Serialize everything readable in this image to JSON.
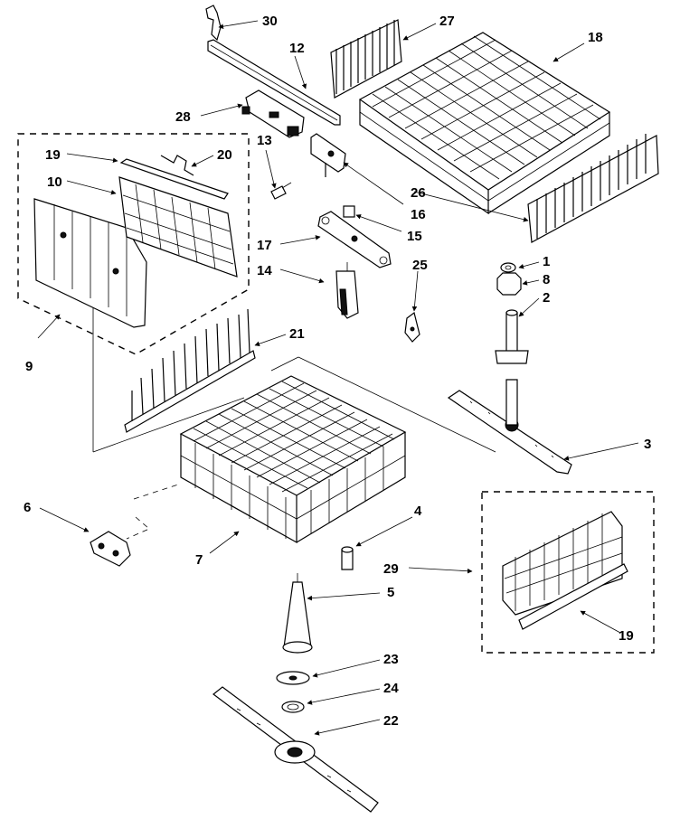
{
  "labels": {
    "l1": "1",
    "l2": "2",
    "l3": "3",
    "l4": "4",
    "l5": "5",
    "l6": "6",
    "l7": "7",
    "l8": "8",
    "l9": "9",
    "l10": "10",
    "l12": "12",
    "l13": "13",
    "l14": "14",
    "l15": "15",
    "l16": "16",
    "l17": "17",
    "l18": "18",
    "l19a": "19",
    "l19b": "19",
    "l20": "20",
    "l21": "21",
    "l22": "22",
    "l23": "23",
    "l24": "24",
    "l25": "25",
    "l26": "26",
    "l27": "27",
    "l28": "28",
    "l29": "29",
    "l30": "30"
  }
}
